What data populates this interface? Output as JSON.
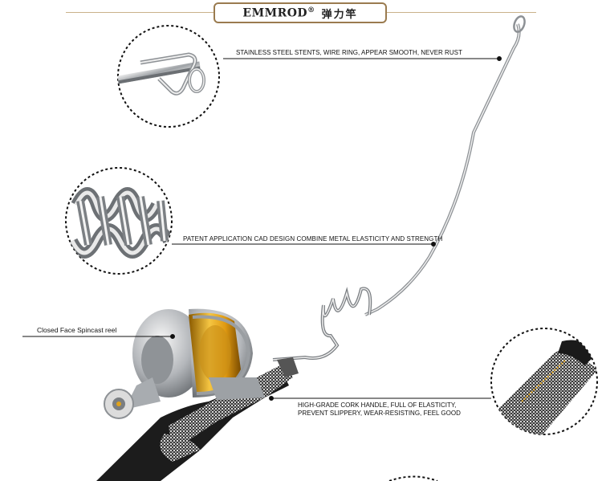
{
  "header": {
    "brand": "EMMROD",
    "registered": "®",
    "chinese": "弹力竿"
  },
  "callouts": {
    "steel": "STAINLESS STEEL STENTS, WIRE RING, APPEAR SMOOTH, NEVER RUST",
    "patent": "PATENT APPLICATION CAD DESIGN COMBINE METAL ELASTICITY AND STRENGTH",
    "reel": "Closed Face Spincast reel",
    "handle_line1": "HIGH-GRADE CORK HANDLE, FULL OF ELASTICITY,",
    "handle_line2": "PREVENT SLIPPERY, WEAR-RESISTING, FEEL GOOD"
  },
  "colors": {
    "accent_gold": "#e0a21a",
    "frame_brown": "#9a7b4f",
    "steel": "#b9bcc0",
    "carbon": "#2a2a2a"
  }
}
